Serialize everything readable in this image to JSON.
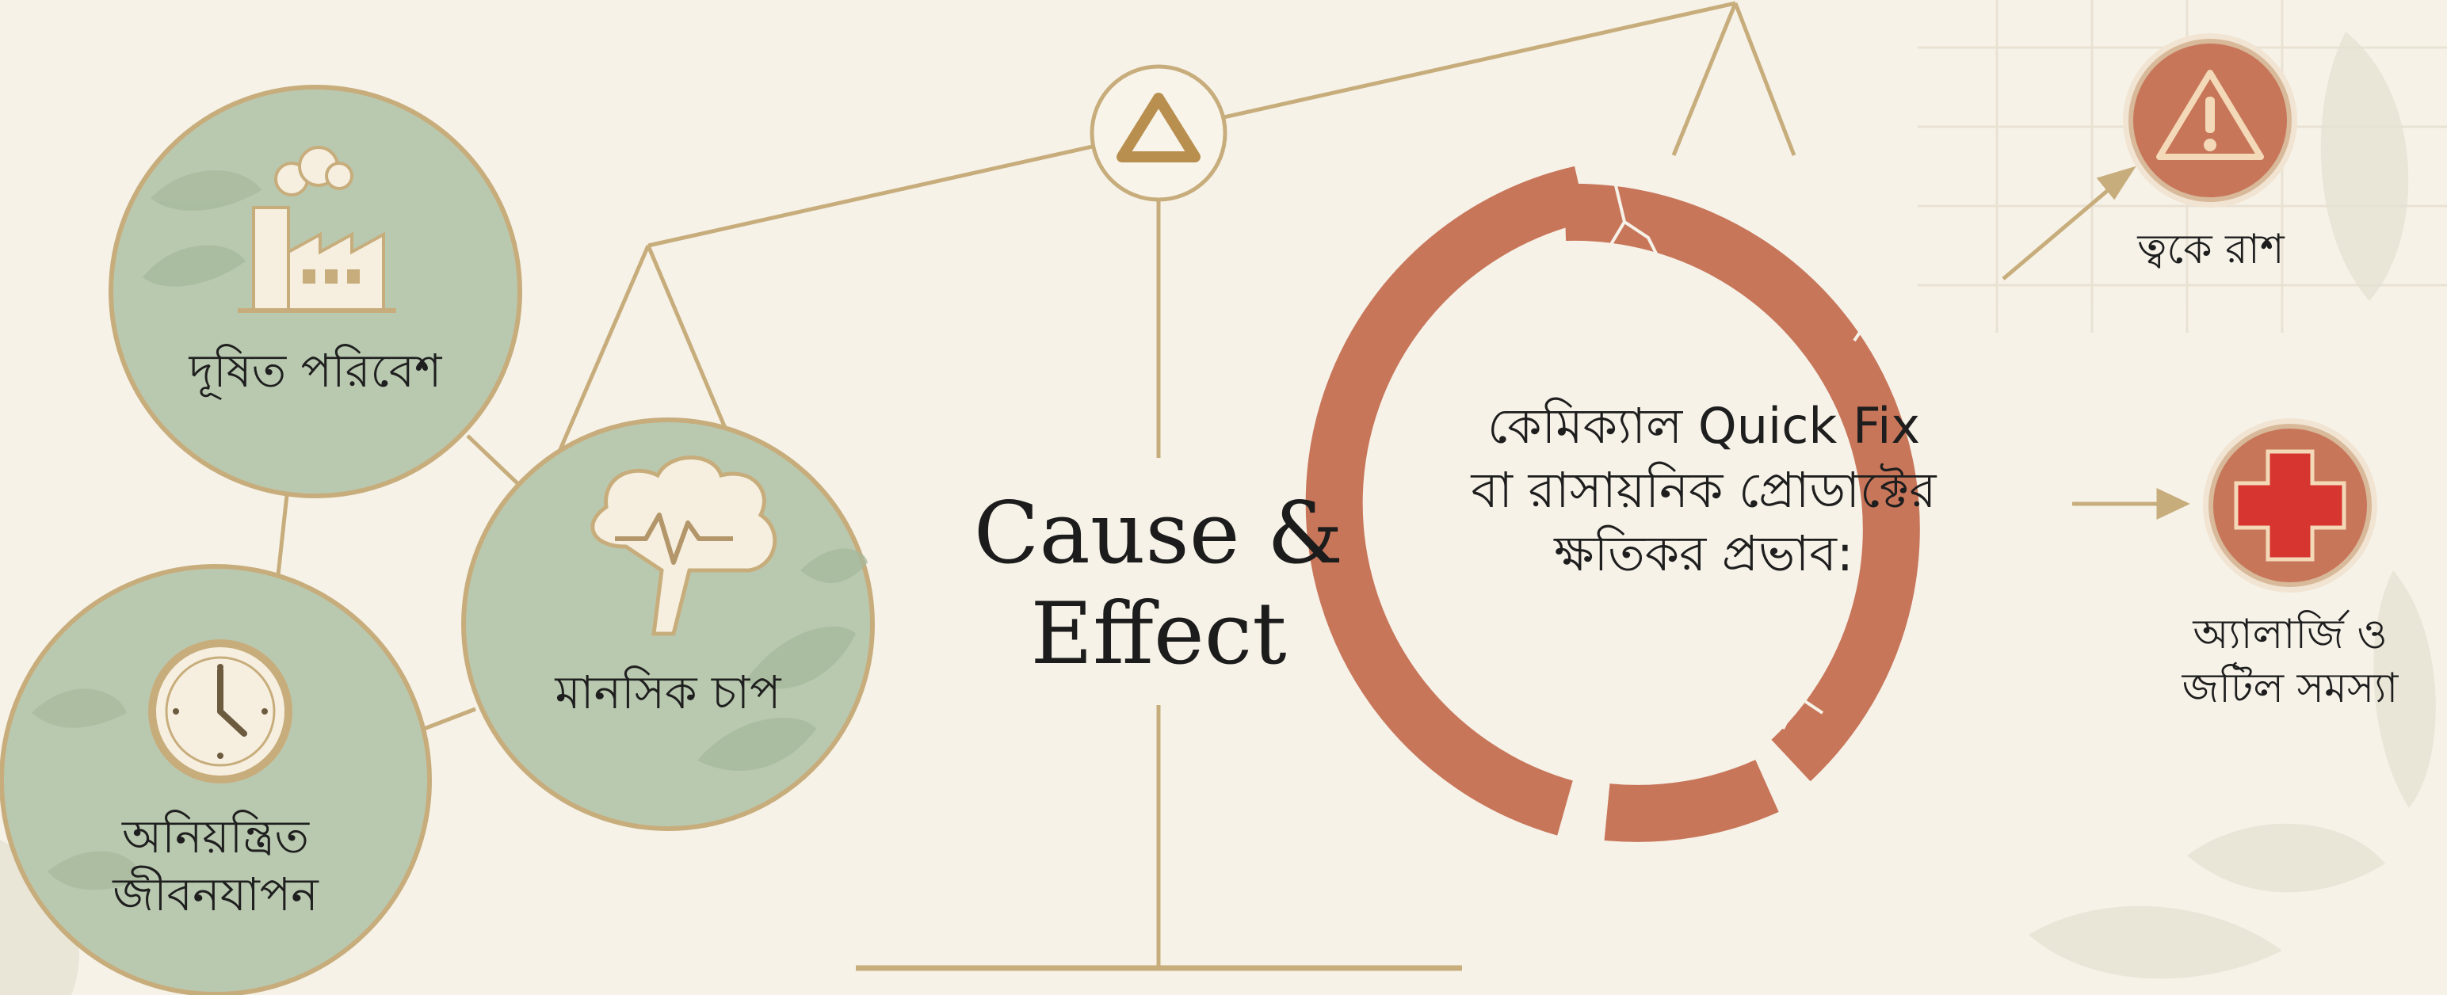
{
  "colors": {
    "background": "#f6f2e8",
    "gold": "#c8ad7c",
    "sage": "#b9c9b0",
    "terracotta": "#c8765a",
    "cross_red": "#d7352f"
  },
  "causes": {
    "polluted_environment": {
      "label": "দূষিত পরিবেশ",
      "icon": "factory-icon"
    },
    "mental_stress": {
      "label": "মানসিক চাপ",
      "icon": "brain-icon"
    },
    "uncontrolled_lifestyle": {
      "label_line1": "অনিয়ন্ত্রিত",
      "label_line2": "জীবনযাপন",
      "icon": "clock-icon"
    }
  },
  "center": {
    "title_line1": "Cause &",
    "title_line2": "Effect",
    "pivot_icon": "triangle-icon"
  },
  "chemical_effect": {
    "line1": "কেমিক্যাল Quick Fix",
    "line2": "বা রাসায়নিক প্রোডাক্টের",
    "line3": "ক্ষতিকর প্রভাব:"
  },
  "effects": {
    "skin_rash": {
      "label": "ত্বকে রাশ",
      "icon": "warning-icon"
    },
    "allergy": {
      "label_line1": "অ্যালার্জি ও",
      "label_line2": "জটিল সমস্যা",
      "icon": "medical-cross-icon"
    }
  }
}
